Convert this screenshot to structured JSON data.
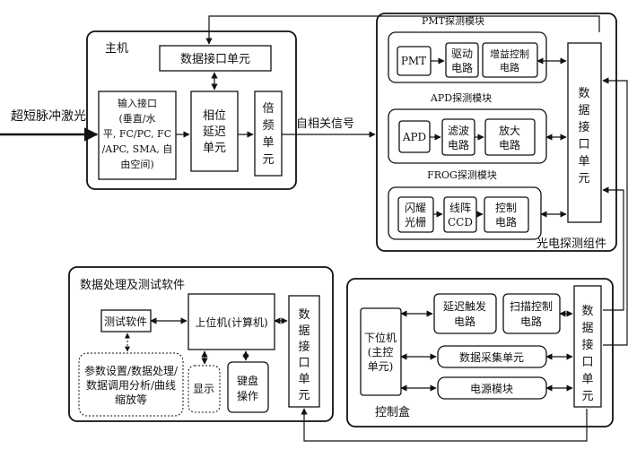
{
  "host": {
    "title": "主机",
    "data_interface": "数据接口单元",
    "input_interface": [
      "输入接口",
      "(垂直/水",
      "平, FC/PC, FC",
      "/APC, SMA, 自",
      "由空间)"
    ],
    "phase_delay": [
      "相位",
      "延迟",
      "单元"
    ],
    "freq_double": [
      "倍",
      "频",
      "单",
      "元"
    ]
  },
  "input_label": "超短脉冲激光",
  "autocorr_label": "自相关信号",
  "photo": {
    "title": "光电探测组件",
    "pmt_module": {
      "title": "PMT探测模块",
      "pmt": "PMT",
      "driver": [
        "驱动",
        "电路"
      ],
      "gain": [
        "增益控制",
        "电路"
      ]
    },
    "apd_module": {
      "title": "APD探测模块",
      "apd": "APD",
      "filter": [
        "滤波",
        "电路"
      ],
      "amp": [
        "放大",
        "电路"
      ]
    },
    "frog_module": {
      "title": "FROG探测模块",
      "grating": [
        "闪耀",
        "光栅"
      ],
      "ccd": [
        "线阵",
        "CCD"
      ],
      "ctrl": [
        "控制",
        "电路"
      ]
    },
    "data_interface": [
      "数",
      "据",
      "接",
      "口",
      "单",
      "元"
    ]
  },
  "software": {
    "title": "数据处理及测试软件",
    "test_sw": "测试软件",
    "upper": "上位机(计算机)",
    "params": [
      "参数设置/数据处理/",
      "数据调用分析/曲线",
      "缩放等"
    ],
    "display": "显示",
    "keyboard": [
      "键盘",
      "操作"
    ],
    "data_interface": [
      "数",
      "据",
      "接",
      "口",
      "单",
      "元"
    ]
  },
  "control": {
    "title": "控制盒",
    "lower": [
      "下位机",
      "(主控",
      "单元)"
    ],
    "delay_trigger": [
      "延迟触发",
      "电路"
    ],
    "scan_ctrl": [
      "扫描控制",
      "电路"
    ],
    "data_acq": "数据采集单元",
    "power": "电源模块",
    "data_interface": [
      "数",
      "据",
      "接",
      "口",
      "单",
      "元"
    ]
  }
}
